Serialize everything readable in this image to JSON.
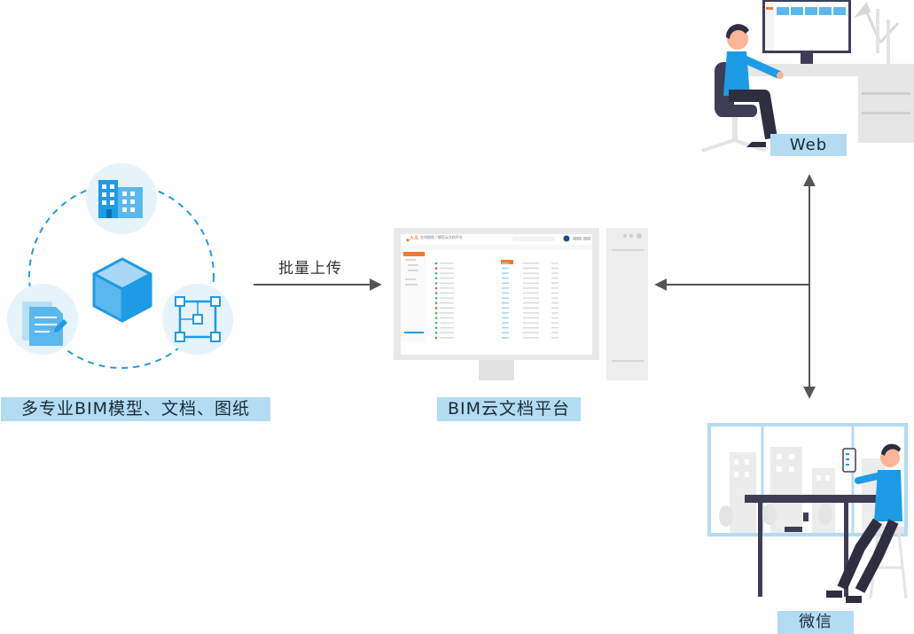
{
  "left_group": {
    "caption": "多专业BIM模型、文档、图纸",
    "icons": [
      "building-icon",
      "cube-icon",
      "document-icon",
      "blueprint-icon"
    ]
  },
  "arrow_upload": {
    "label": "批量上传"
  },
  "platform": {
    "caption": "BIM云文档平台",
    "screen_title": "大禹",
    "screen_tab": "在线图纸 / 模型云文档平台"
  },
  "web": {
    "caption": "Web"
  },
  "wechat": {
    "caption": "微信"
  },
  "colors": {
    "accent": "#1e9be5",
    "label_bg": "#b3dcf3",
    "orange": "#f07b2d",
    "dark": "#2b2d3a"
  }
}
